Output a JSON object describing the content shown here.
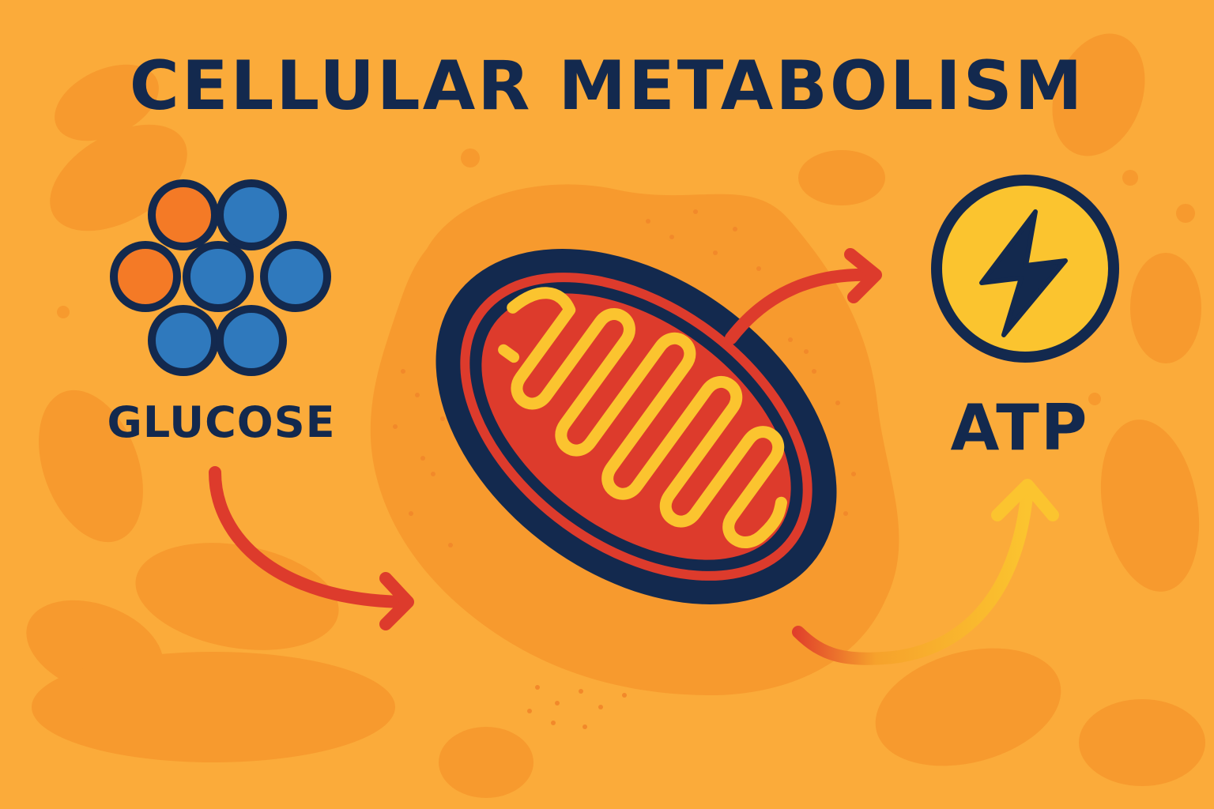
{
  "title": "CELLULAR METABOLISM",
  "input": {
    "label": "GLUCOSE",
    "icon": "glucose-molecule-icon"
  },
  "organelle": {
    "icon": "mitochondrion-icon"
  },
  "output": {
    "label": "ATP",
    "icon": "lightning-bolt-icon"
  },
  "colors": {
    "background": "#fbab3a",
    "blob": "#f79a2e",
    "navy": "#13294e",
    "red": "#dd3b2c",
    "yellow": "#fbc42f",
    "blue": "#2f79bd",
    "orange": "#f47a26"
  }
}
